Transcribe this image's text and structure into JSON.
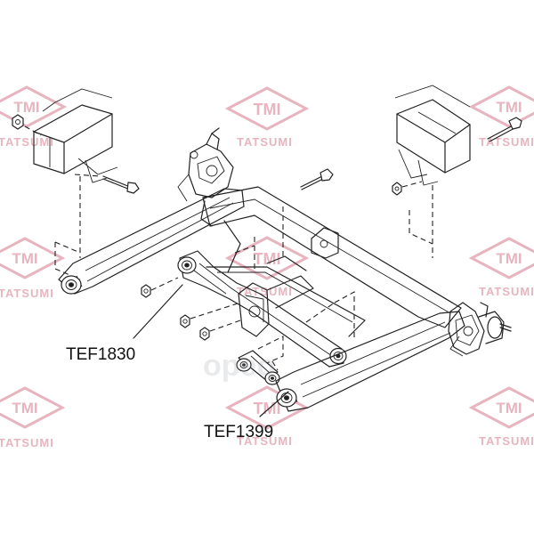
{
  "watermark": {
    "logo_text": "TMI",
    "brand_text": "TATSUMI",
    "color": "#e7b5c0"
  },
  "callouts": [
    {
      "id": "tef1830",
      "label": "TEF1830"
    },
    {
      "id": "tef1399",
      "label": "TEF1399"
    }
  ],
  "site_badge": {
    "text": "opeo"
  }
}
